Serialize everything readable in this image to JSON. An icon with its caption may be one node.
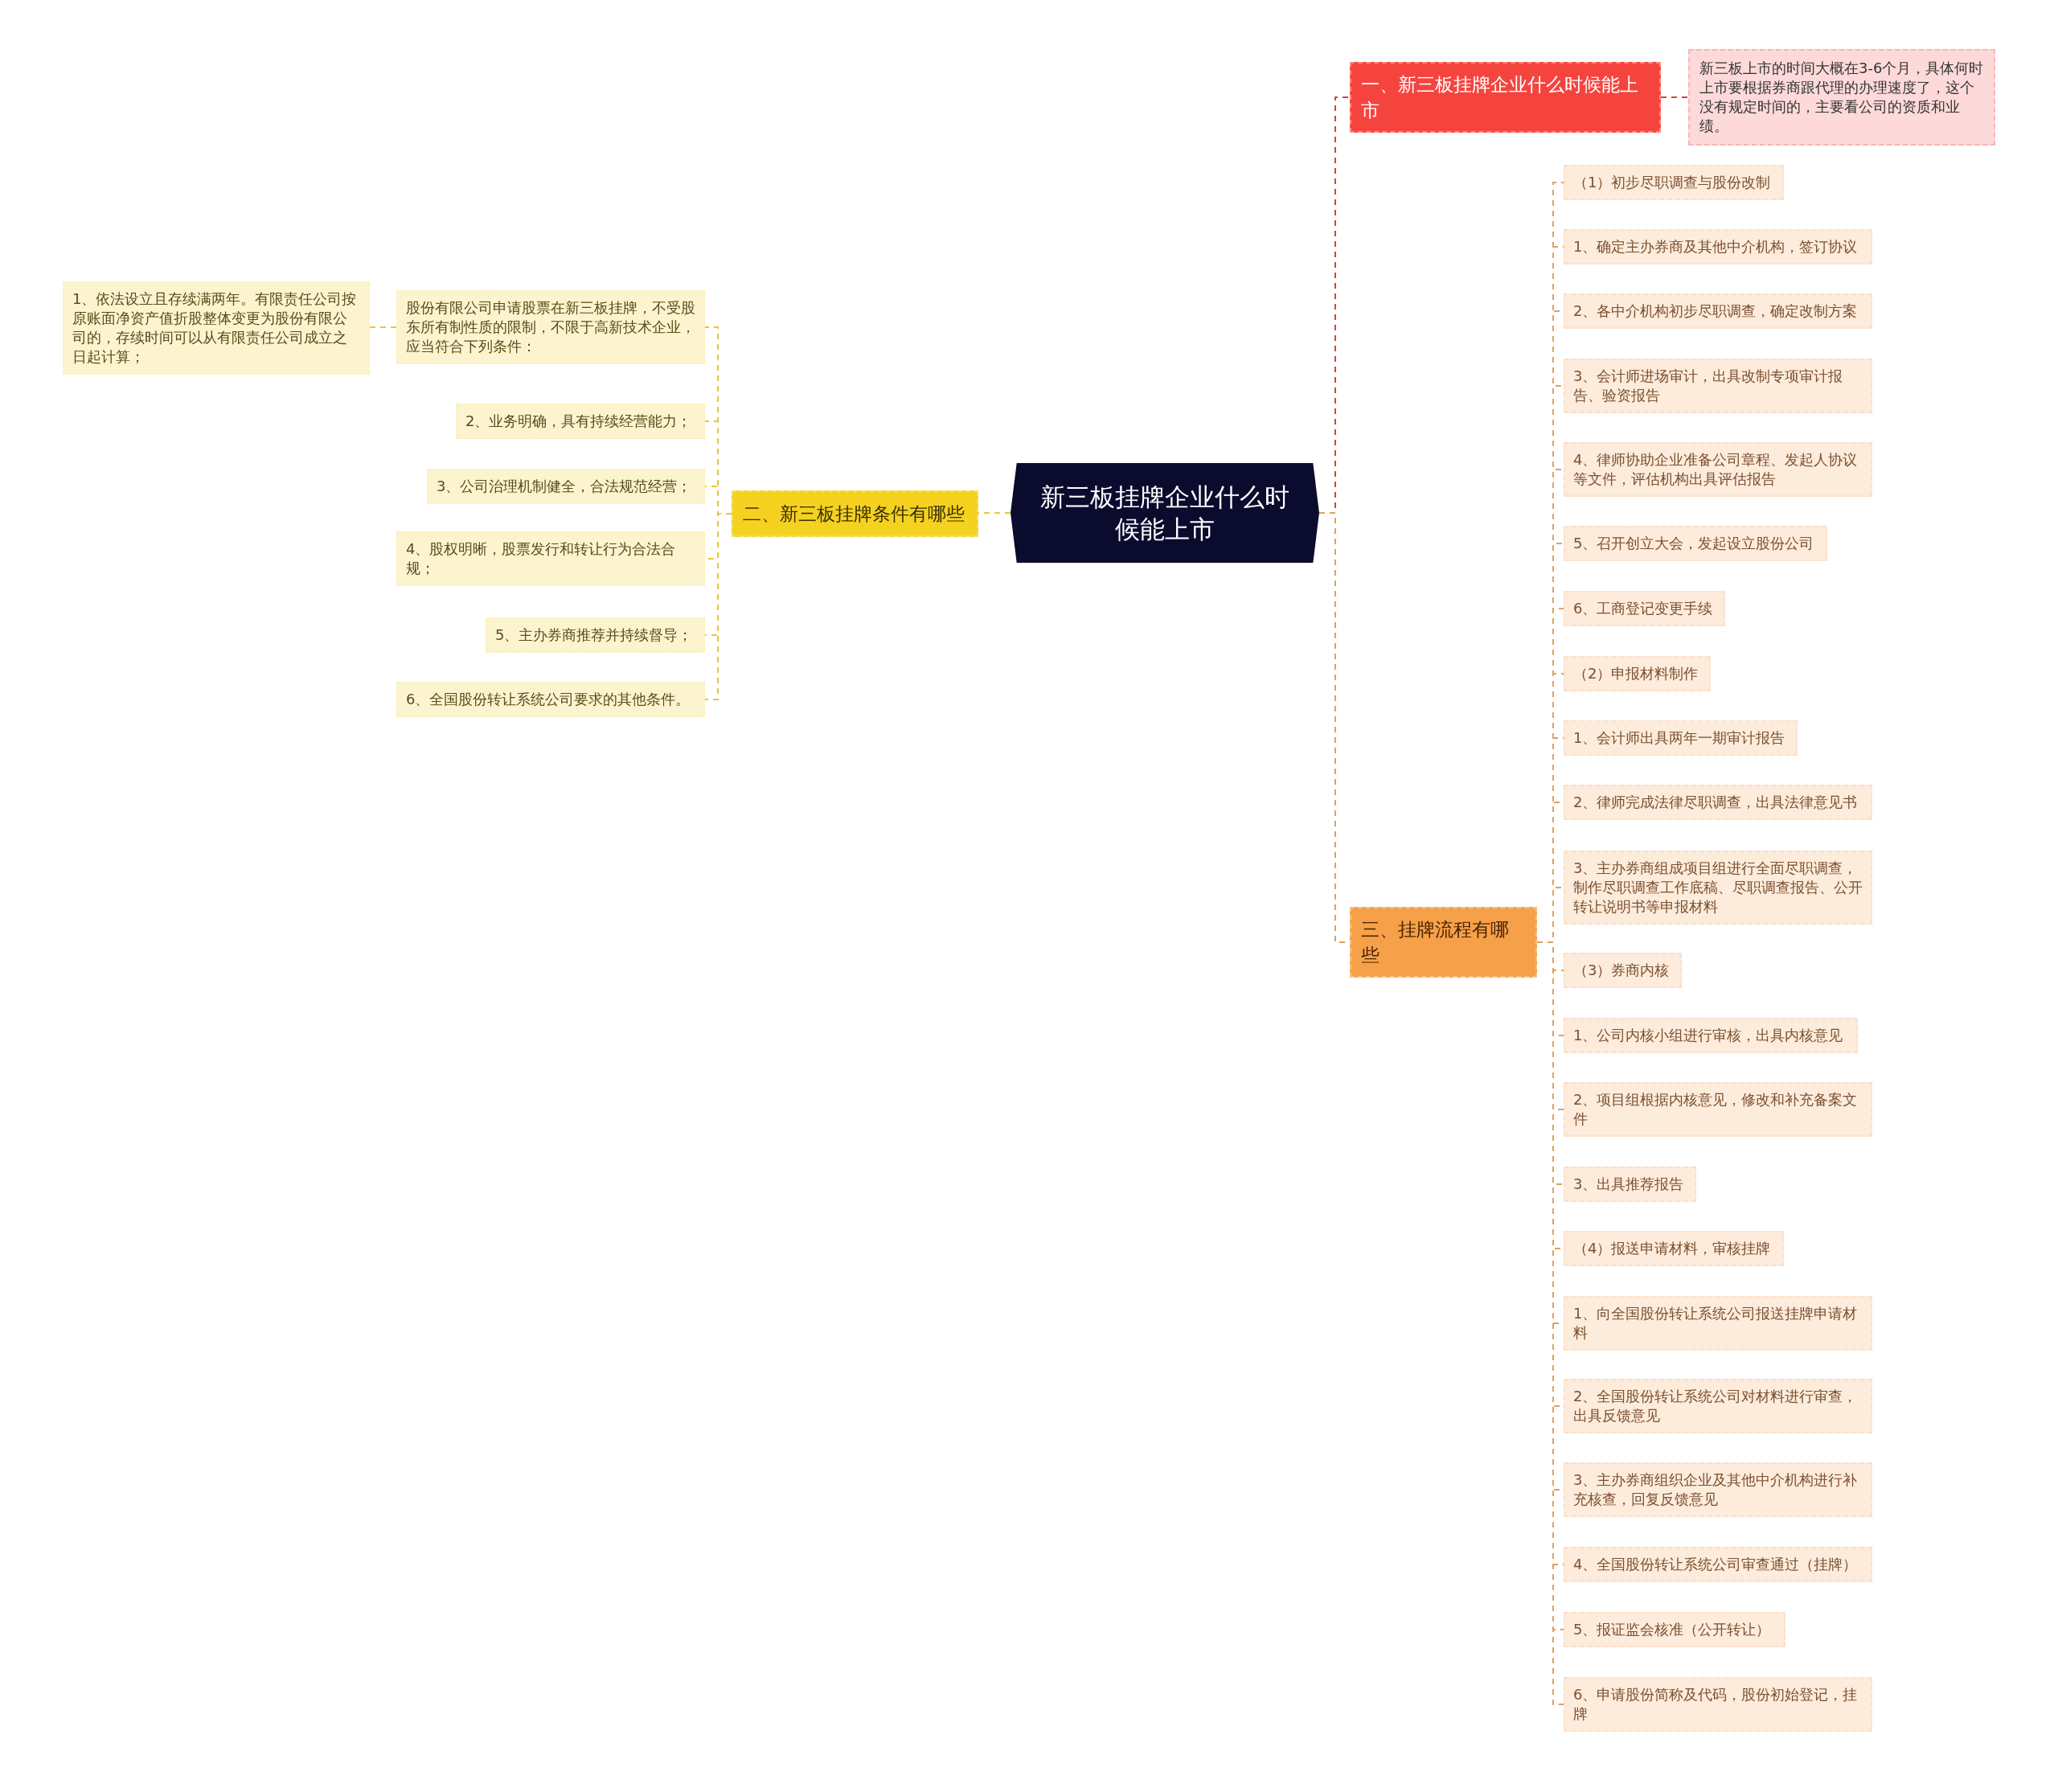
{
  "diagram": {
    "nodes": [
      {
        "text": [
          "新三板挂牌企业什么时候能上市"
        ]
      },
      {
        "text": [
          "一、新三板挂牌企业什么时候能上市"
        ]
      },
      {
        "text": [
          "新三板上市的时间大概在3-6个月，具体何时上市要根据券商跟代理的办理速度了，这个没有规定时间的，主要看公司的资质和业绩。"
        ]
      },
      {
        "text": [
          "二、新三板挂牌条件有哪些"
        ]
      },
      {
        "text": [
          "股份有限公司申请股票在新三板挂牌，不受股东所有制性质的限制，不限于高新技术企业，应当符合下列条件："
        ]
      },
      {
        "text": [
          "1、依法设立且存续满两年。有限责任公司按原账面净资产值折股整体变更为股份有限公司的，存续时间可以从有限责任公司成立之日起计算；"
        ]
      },
      {
        "text": [
          "2、业务明确，具有持续经营能力；"
        ]
      },
      {
        "text": [
          "3、公司治理机制健全，合法规范经营；"
        ]
      },
      {
        "text": [
          "4、股权明晰，股票发行和转让行为合法合规；"
        ]
      },
      {
        "text": [
          "5、主办券商推荐并持续督导；"
        ]
      },
      {
        "text": [
          "6、全国股份转让系统公司要求的其他条件。"
        ]
      },
      {
        "text": [
          "三、挂牌流程有哪些"
        ]
      },
      {
        "text": [
          "（1）初步尽职调查与股份改制"
        ]
      },
      {
        "text": [
          "1、确定主办券商及其他中介机构，签订协议"
        ]
      },
      {
        "text": [
          "2、各中介机构初步尽职调查，确定改制方案"
        ]
      },
      {
        "text": [
          "3、会计师进场审计，出具改制专项审计报告、验资报告"
        ]
      },
      {
        "text": [
          "4、律师协助企业准备公司章程、发起人协议等文件，评估机构出具评估报告"
        ]
      },
      {
        "text": [
          "5、召开创立大会，发起设立股份公司"
        ]
      },
      {
        "text": [
          "6、工商登记变更手续"
        ]
      },
      {
        "text": [
          "（2）申报材料制作"
        ]
      },
      {
        "text": [
          "1、会计师出具两年一期审计报告"
        ]
      },
      {
        "text": [
          "2、律师完成法律尽职调查，出具法律意见书"
        ]
      },
      {
        "text": [
          "3、主办券商组成项目组进行全面尽职调查，制作尽职调查工作底稿、尽职调查报告、公开转让说明书等申报材料"
        ]
      },
      {
        "text": [
          "（3）券商内核"
        ]
      },
      {
        "text": [
          "1、公司内核小组进行审核，出具内核意见"
        ]
      },
      {
        "text": [
          "2、项目组根据内核意见，修改和补充备案文件"
        ]
      },
      {
        "text": [
          "3、出具推荐报告"
        ]
      },
      {
        "text": [
          "（4）报送申请材料，审核挂牌"
        ]
      },
      {
        "text": [
          "1、向全国股份转让系统公司报送挂牌申请材料"
        ]
      },
      {
        "text": [
          "2、全国股份转让系统公司对材料进行审查，出具反馈意见"
        ]
      },
      {
        "text": [
          "3、主办券商组织企业及其他中介机构进行补充核查，回复反馈意见"
        ]
      },
      {
        "text": [
          "4、全国股份转让系统公司审查通过（挂牌）"
        ]
      },
      {
        "text": [
          "5、报证监会核准（公开转让）"
        ]
      },
      {
        "text": [
          "6、申请股份简称及代码，股份初始登记，挂牌"
        ]
      }
    ],
    "edges": [
      {
        "from": 0,
        "to": 1,
        "arrow": "none",
        "color": "#d9403a"
      },
      {
        "from": 1,
        "to": 2,
        "arrow": "none",
        "color": "#d9403a"
      },
      {
        "from": 0,
        "to": 3,
        "arrow": "none",
        "color": "#e8c830"
      },
      {
        "from": 3,
        "to": 4,
        "arrow": "none",
        "color": "#e8c830"
      },
      {
        "from": 4,
        "to": 5,
        "arrow": "none",
        "color": "#e8c830"
      },
      {
        "from": 3,
        "to": 6,
        "arrow": "none",
        "color": "#e8c830"
      },
      {
        "from": 3,
        "to": 7,
        "arrow": "none",
        "color": "#e8c830"
      },
      {
        "from": 3,
        "to": 8,
        "arrow": "none",
        "color": "#e8c830"
      },
      {
        "from": 3,
        "to": 9,
        "arrow": "none",
        "color": "#e8c830"
      },
      {
        "from": 3,
        "to": 10,
        "arrow": "none",
        "color": "#e8c830"
      },
      {
        "from": 0,
        "to": 11,
        "arrow": "none"
      },
      {
        "from": 11,
        "to": 12,
        "arrow": "none"
      },
      {
        "from": 11,
        "to": 13,
        "arrow": "none"
      },
      {
        "from": 11,
        "to": 14,
        "arrow": "none"
      },
      {
        "from": 11,
        "to": 15,
        "arrow": "none"
      },
      {
        "from": 11,
        "to": 16,
        "arrow": "none"
      },
      {
        "from": 11,
        "to": 17,
        "arrow": "none"
      },
      {
        "from": 11,
        "to": 18,
        "arrow": "none"
      },
      {
        "from": 11,
        "to": 19,
        "arrow": "none"
      },
      {
        "from": 11,
        "to": 20,
        "arrow": "none"
      },
      {
        "from": 11,
        "to": 21,
        "arrow": "none"
      },
      {
        "from": 11,
        "to": 22,
        "arrow": "none"
      },
      {
        "from": 11,
        "to": 23,
        "arrow": "none"
      },
      {
        "from": 11,
        "to": 24,
        "arrow": "none"
      },
      {
        "from": 11,
        "to": 25,
        "arrow": "none"
      },
      {
        "from": 11,
        "to": 26,
        "arrow": "none"
      },
      {
        "from": 11,
        "to": 27,
        "arrow": "none"
      },
      {
        "from": 11,
        "to": 28,
        "arrow": "none"
      },
      {
        "from": 11,
        "to": 29,
        "arrow": "none"
      },
      {
        "from": 11,
        "to": 30,
        "arrow": "none"
      },
      {
        "from": 11,
        "to": 31,
        "arrow": "none"
      },
      {
        "from": 11,
        "to": 32,
        "arrow": "none"
      },
      {
        "from": 11,
        "to": 33,
        "arrow": "none"
      }
    ]
  }
}
